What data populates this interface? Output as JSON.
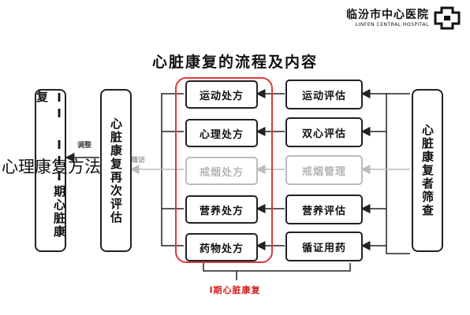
{
  "header": {
    "hospital_cn": "临汾市中心医院",
    "hospital_en": "LINFEN CENTRAL HOSPITAL",
    "logo": "hospital-cross-logo"
  },
  "title": "心脏康复的流程及内容",
  "left_phase": "II III期心脏康复",
  "re_evaluation": "心脏康复再次评估",
  "adjust_note": "调整",
  "faded_hint": "随访",
  "screening": "心脏康复者筛查",
  "assessments": [
    "运动评估",
    "双心评估",
    "戒烟管理",
    "营养评估",
    "循证用药"
  ],
  "prescriptions": [
    "运动处方",
    "心理处方",
    "戒烟处方",
    "营养处方",
    "药物处方"
  ],
  "faded_index": 2,
  "bottom_label": "I期心脏康复",
  "overlay_caption": "心理康复方法",
  "colors": {
    "frame_red": "#d93a3a",
    "line": "#222222",
    "faded": "#b5b5b5"
  }
}
